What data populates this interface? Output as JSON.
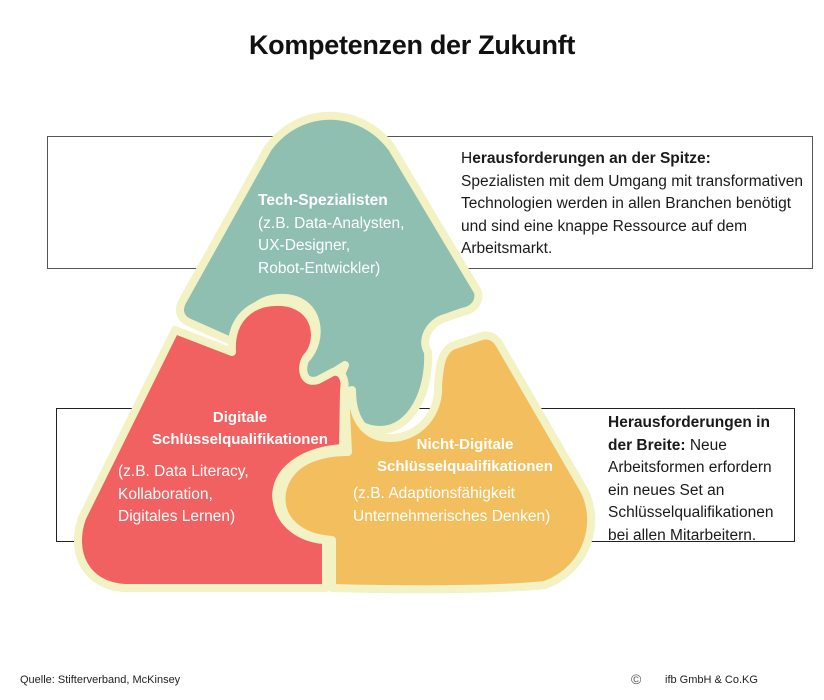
{
  "title": "Kompetenzen der Zukunft",
  "colors": {
    "tech": "#8fbfb0",
    "digital": "#f26161",
    "non_digital": "#f3bf5e",
    "outline": "#f2f2c4"
  },
  "pieces": {
    "tech": {
      "heading": "Tech-Spezialisten",
      "lines": [
        "(z.B. Data-Analysten,",
        "UX-Designer,",
        "Robot-Entwickler)"
      ]
    },
    "digital": {
      "heading_lines": [
        "Digitale",
        "Schlüsselqualifikationen"
      ],
      "lines": [
        "(z.B. Data Literacy,",
        "Kollaboration,",
        "Digitales Lernen)"
      ]
    },
    "non_digital": {
      "heading_lines": [
        "Nicht-Digitale",
        "Schlüsselqualifikationen"
      ],
      "lines": [
        "(z.B. Adaptionsfähigkeit",
        "Unternehmerisches Denken)"
      ]
    }
  },
  "callouts": {
    "top": {
      "lead_plain": "H",
      "lead_bold": "erausforderungen an der Spitze:",
      "body": "Spezialisten mit dem Umgang mit transformativen Technologien werden in allen Branchen benötigt und sind eine knappe Ressource auf dem Arbeitsmarkt."
    },
    "bottom": {
      "lead_bold": "Herausforderungen in der Breite:",
      "body": " Neue Arbeitsformen erfordern ein neues Set an Schlüsselqualifikationen bei allen Mitarbeitern."
    }
  },
  "footer": {
    "source": "Quelle: Stifterverband, McKinsey",
    "copyright_symbol": "©",
    "company": "ifb GmbH & Co.KG"
  }
}
